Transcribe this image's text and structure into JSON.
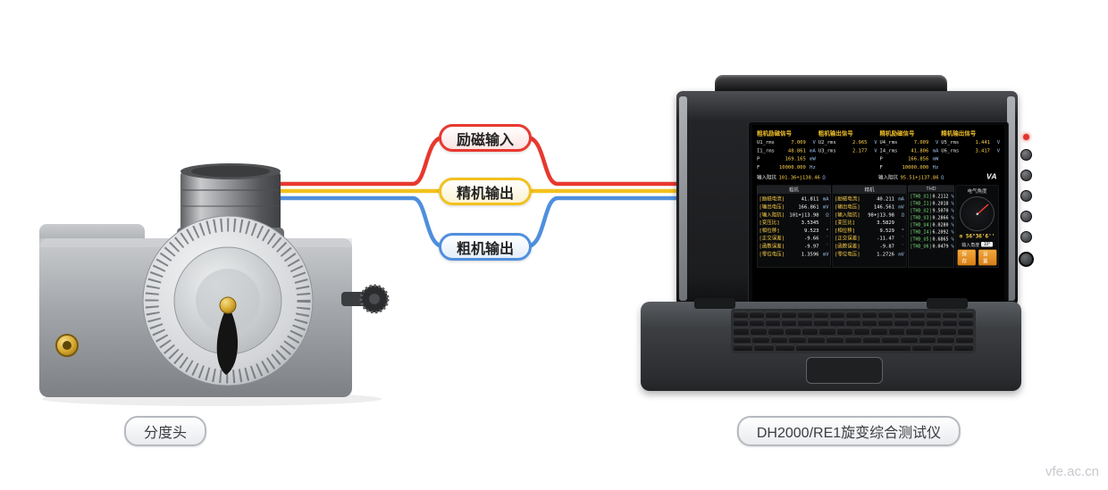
{
  "watermark": "vfe.ac.cn",
  "captions": {
    "left_device": "分度头",
    "right_device": "DH2000/RE1旋变综合测试仪"
  },
  "connections": {
    "excitation": {
      "label": "励磁输入",
      "color": "#e8382f",
      "fill": "#fbe3e1"
    },
    "fine": {
      "label": "精机输出",
      "color": "#f2c11f",
      "fill": "#fcf3d2"
    },
    "coarse": {
      "label": "粗机输出",
      "color": "#4f8fde",
      "fill": "#e4eefb"
    }
  },
  "screen": {
    "logo": "VA",
    "signal_groups": [
      {
        "title": "粗机励磁信号",
        "rows": [
          {
            "label": "U1_rms",
            "value": "7.009",
            "unit": "V"
          },
          {
            "label": "I1_rms",
            "value": "48.861",
            "unit": "mA"
          },
          {
            "label": "P",
            "value": "169.165",
            "unit": "mW"
          },
          {
            "label": "F",
            "value": "10000.000",
            "unit": "Hz"
          }
        ]
      },
      {
        "title": "粗机输出信号",
        "rows": [
          {
            "label": "U2_rms",
            "value": "2.965",
            "unit": "V"
          },
          {
            "label": "U3_rms",
            "value": "2.177",
            "unit": "V"
          }
        ]
      },
      {
        "title": "精机励磁信号",
        "rows": [
          {
            "label": "U4_rms",
            "value": "7.009",
            "unit": "V"
          },
          {
            "label": "I4_rms",
            "value": "41.806",
            "unit": "mA"
          },
          {
            "label": "P",
            "value": "166.856",
            "unit": "mW"
          },
          {
            "label": "F",
            "value": "10000.000",
            "unit": "Hz"
          }
        ]
      },
      {
        "title": "精机输出信号",
        "rows": [
          {
            "label": "U5_rms",
            "value": "1.441",
            "unit": "V"
          },
          {
            "label": "U6_rms",
            "value": "3.417",
            "unit": "V"
          }
        ]
      }
    ],
    "impedance_left": {
      "label": "输入阻抗",
      "value": "101.36+j138.46",
      "unit": "Ω"
    },
    "impedance_right": {
      "label": "输入阻抗",
      "value": "95.51+j137.86",
      "unit": "Ω"
    },
    "panels": [
      {
        "title": "粗机",
        "kind": "normal",
        "rows": [
          {
            "label": "[励磁电流]",
            "value": "41.811",
            "unit": "mA"
          },
          {
            "label": "[输出电压]",
            "value": "166.861",
            "unit": "mV"
          },
          {
            "label": "[输入阻抗]",
            "value": "101+j13.98",
            "unit": "Ω"
          },
          {
            "label": "[变压比]",
            "value": "3.5345",
            "unit": ""
          },
          {
            "label": "[相位移]",
            "value": "9.523",
            "unit": "°"
          },
          {
            "label": "[正交误差]",
            "value": "-9.66",
            "unit": "′"
          },
          {
            "label": "[函数误差]",
            "value": "-9.97",
            "unit": "′"
          },
          {
            "label": "[零位电压]",
            "value": "1.3596",
            "unit": "mV"
          }
        ]
      },
      {
        "title": "精机",
        "kind": "normal",
        "rows": [
          {
            "label": "[励磁电流]",
            "value": "40.211",
            "unit": "mA"
          },
          {
            "label": "[输出电压]",
            "value": "146.561",
            "unit": "mV"
          },
          {
            "label": "[输入阻抗]",
            "value": "98+j13.98",
            "unit": "Ω"
          },
          {
            "label": "[变压比]",
            "value": "3.5829",
            "unit": ""
          },
          {
            "label": "[相位移]",
            "value": "9.529",
            "unit": "°"
          },
          {
            "label": "[正交误差]",
            "value": "-11.47",
            "unit": "′"
          },
          {
            "label": "[函数误差]",
            "value": "-9.87",
            "unit": "′"
          },
          {
            "label": "[零位电压]",
            "value": "1.2726",
            "unit": "mV"
          }
        ]
      },
      {
        "title": "THD",
        "kind": "thd",
        "rows": [
          {
            "label": "[THD_U1]",
            "value": "0.2112",
            "unit": "%"
          },
          {
            "label": "[THD_I1]",
            "value": "0.2018",
            "unit": "%"
          },
          {
            "label": "[THD_U2]",
            "value": "9.5070",
            "unit": "%"
          },
          {
            "label": "[THD_U3]",
            "value": "0.2866",
            "unit": "%"
          },
          {
            "label": "[THD_U4]",
            "value": "0.0280",
            "unit": "%"
          },
          {
            "label": "[THD_I4]",
            "value": "6.2092",
            "unit": "%"
          },
          {
            "label": "[THD_U5]",
            "value": "0.6865",
            "unit": "%"
          },
          {
            "label": "[THD_U6]",
            "value": "0.0479",
            "unit": "%"
          }
        ]
      }
    ],
    "gauge": {
      "title": "电气角度",
      "icon": "⊙",
      "angle": "56°36'6''",
      "input_label": "输入角度",
      "input_value": "10°",
      "buttons": [
        "保存",
        "设置"
      ]
    }
  }
}
